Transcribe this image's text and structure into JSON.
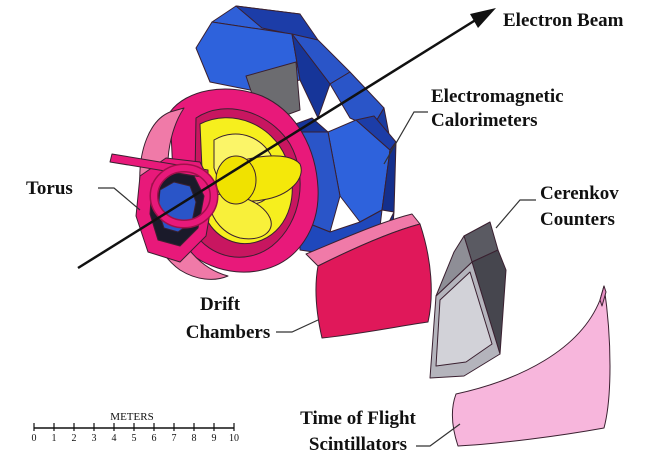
{
  "labels": {
    "electron_beam": "Electron Beam",
    "em_calorimeters_line1": "Electromagnetic",
    "em_calorimeters_line2": "Calorimeters",
    "torus": "Torus",
    "cerenkov_line1": "Cerenkov",
    "cerenkov_line2": "Counters",
    "drift_line1": "Drift",
    "drift_line2": "Chambers",
    "tof_line1": "Time of Flight",
    "tof_line2": "Scintillators"
  },
  "scale_bar": {
    "title": "METERS",
    "ticks": [
      "0",
      "1",
      "2",
      "3",
      "4",
      "5",
      "6",
      "7",
      "8",
      "9",
      "10"
    ]
  },
  "colors": {
    "calorimeter_blue": "#2a55c8",
    "calorimeter_dark": "#0f2a8a",
    "drift_red": "#e0185a",
    "drift_pink": "#f07aa8",
    "torus_yellow": "#f6ef1e",
    "cerenkov_gray": "#7a7a82",
    "scintillator_pink": "#f7b6dc"
  }
}
